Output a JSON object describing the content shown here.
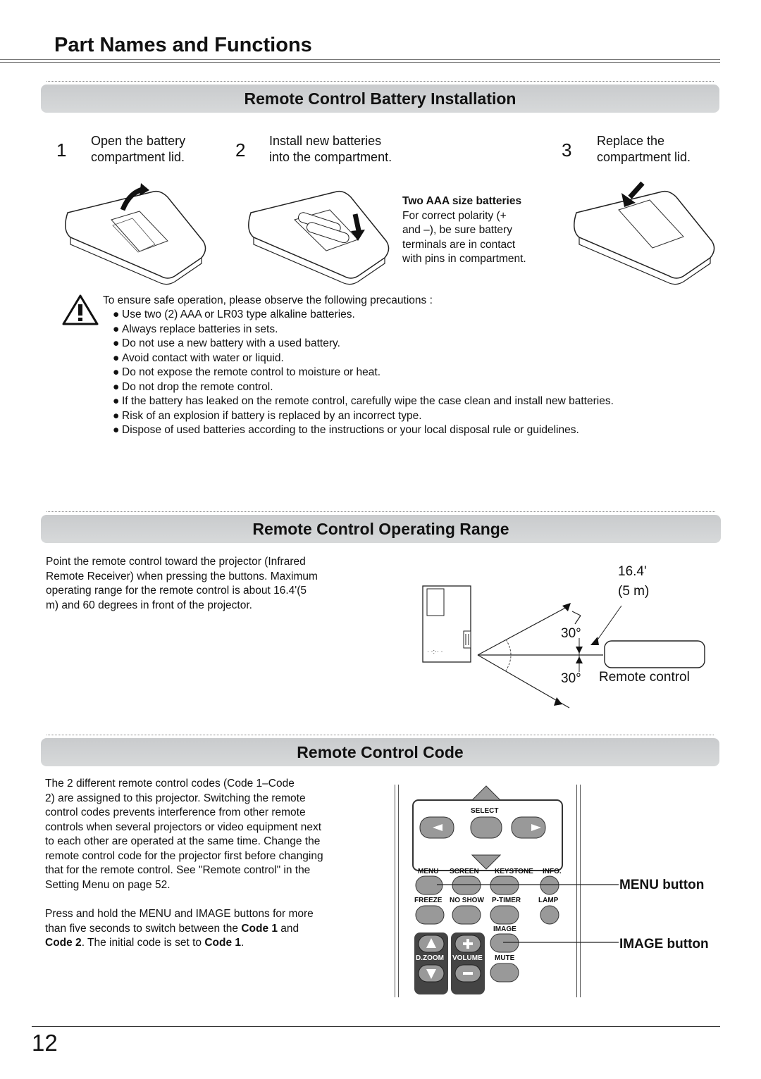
{
  "header": {
    "title": "Part Names and Functions"
  },
  "battery": {
    "title": "Remote Control Battery Installation",
    "steps": [
      {
        "num": "1",
        "line1": "Open the battery",
        "line2": "compartment lid."
      },
      {
        "num": "2",
        "line1": "Install new batteries",
        "line2": "into the compartment."
      },
      {
        "num": "3",
        "line1": "Replace the",
        "line2": "compartment lid."
      }
    ],
    "note_title": "Two AAA size batteries",
    "note_lines": [
      "For correct polarity (+",
      "and –), be sure battery",
      "terminals are in contact",
      "with pins in compartment."
    ],
    "warn_intro": "To ensure safe operation, please observe the following precautions :",
    "precautions": [
      "Use two (2) AAA or LR03 type alkaline batteries.",
      "Always replace batteries in sets.",
      "Do not use a new battery with a used battery.",
      "Avoid contact with water or liquid.",
      "Do not expose the remote control to moisture or heat.",
      "Do not drop the remote control.",
      "If the battery has leaked on the remote control, carefully wipe the case clean and install new batteries.",
      "Risk of an explosion if battery is replaced by an incorrect type.",
      "Dispose of used batteries according to the instructions or your local disposal rule or guidelines."
    ]
  },
  "range": {
    "title": "Remote Control Operating Range",
    "text": [
      "Point the remote control toward the projector (Infrared",
      "Remote Receiver) when pressing the buttons. Maximum",
      "operating range for the remote control is about 16.4'(5",
      "m) and 60 degrees in front of the projector."
    ],
    "dist_ft": "16.4'",
    "dist_m": "(5 m)",
    "angle_top": "30°",
    "angle_bottom": "30°",
    "remote_label": "Remote control"
  },
  "code": {
    "title": "Remote Control Code",
    "para1": [
      "The 2 different remote control codes (Code 1–Code",
      "2) are assigned to this projector. Switching the remote",
      "control codes prevents interference from other remote",
      "controls when several projectors or video equipment next",
      "to each other are operated at the same time. Change the",
      "remote control code for the projector first before changing",
      "that for the remote control. See \"Remote control\" in the",
      "Setting Menu on page 52."
    ],
    "para2_l1": "Press and hold the MENU and IMAGE buttons for more",
    "para2_l2a": "than five seconds to switch between the ",
    "para2_l2b": "Code 1",
    "para2_l2c": " and",
    "para2_l3a": "Code 2",
    "para2_l3b": ". The initial code is set to ",
    "para2_l3c": "Code 1",
    "para2_l3d": ".",
    "remote": {
      "select": "SELECT",
      "row1": [
        "MENU",
        "SCREEN",
        "KEYSTONE",
        "INFO."
      ],
      "row2": [
        "FREEZE",
        "NO SHOW",
        "P-TIMER",
        "LAMP"
      ],
      "image": "IMAGE",
      "dzoom": "D.ZOOM",
      "volume": "VOLUME",
      "mute": "MUTE"
    },
    "menu_label": "MENU button",
    "image_label": "IMAGE button"
  },
  "page_number": "12"
}
